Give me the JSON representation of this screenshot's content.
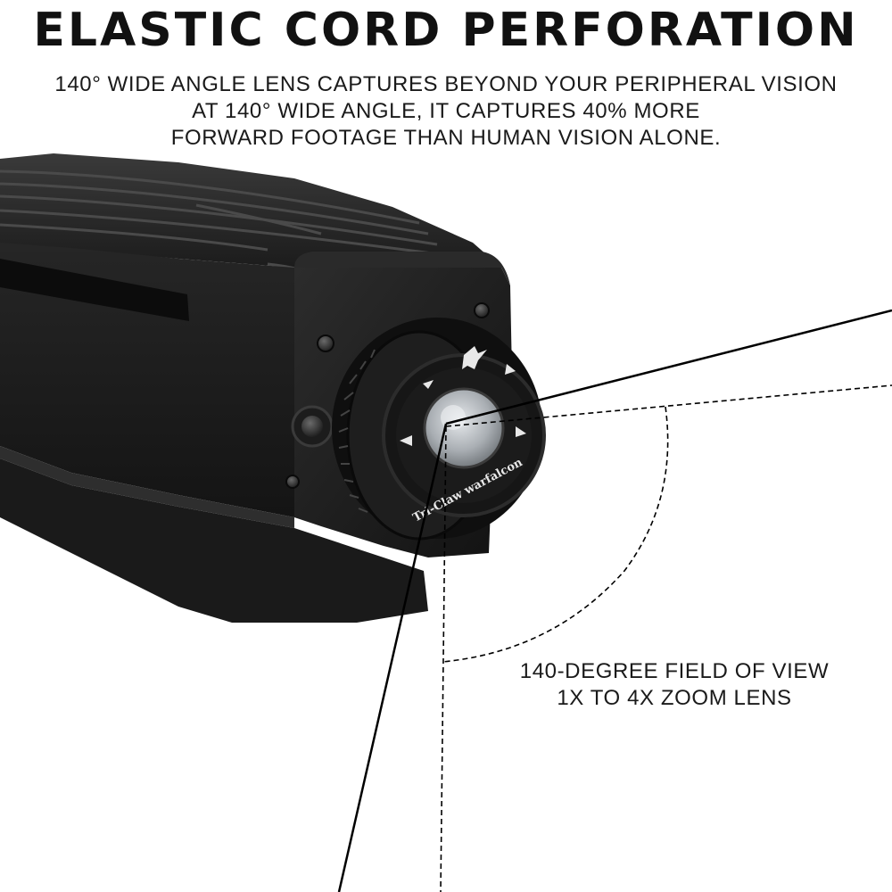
{
  "header": {
    "title": "ELASTIC CORD PERFORATION",
    "lines": [
      "140° WIDE ANGLE LENS CAPTURES BEYOND YOUR PERIPHERAL VISION",
      "AT 140° WIDE ANGLE, IT CAPTURES 40% MORE",
      "FORWARD FOOTAGE THAN HUMAN VISION ALONE."
    ]
  },
  "camera": {
    "lens_brand": "Tri-Claw warfalcon",
    "body_color": "#1e1e1e"
  },
  "fov_label": {
    "line1": "140-DEGREE FIELD OF VIEW",
    "line2": "1X TO 4X ZOOM LENS"
  },
  "colors": {
    "background": "#ffffff",
    "text": "#111111"
  }
}
